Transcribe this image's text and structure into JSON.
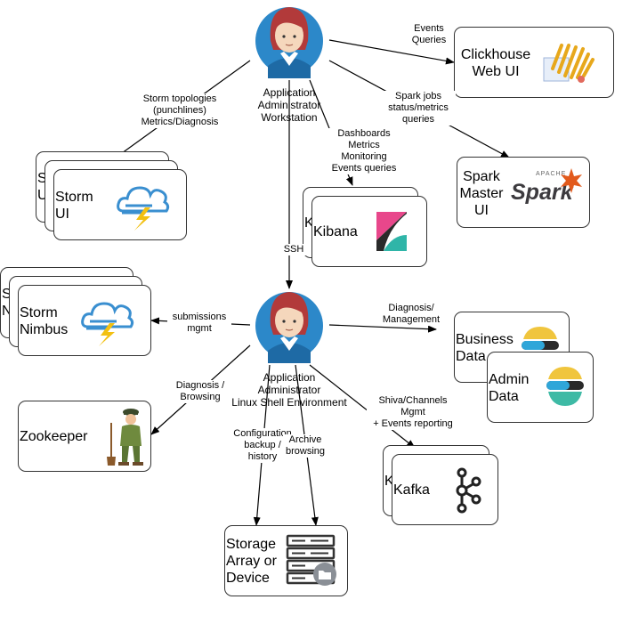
{
  "nodes": {
    "workstation": "Application\nAdministrator\nWorkstation",
    "shell_env": "Application\nAdministrator\nLinux Shell Environment",
    "clickhouse": "Clickhouse\nWeb UI",
    "spark": "Spark\nMaster\nUI",
    "storm_ui": "Storm\nUI",
    "storm_ui_back": "S\nU",
    "kibana": "Kibana",
    "kibana_back": "K",
    "storm_nimbus": "Storm\nNimbus",
    "storm_nimbus_back": "S\nN",
    "zookeeper": "Zookeeper",
    "business_data": "Business\nData",
    "admin_data": "Admin\nData",
    "kafka": "Kafka",
    "kafka_back": "K",
    "storage": "Storage\nArray or\nDevice",
    "spark_logo_text": "Spark",
    "spark_logo_apache": "APACHE"
  },
  "edges": {
    "events_queries": "Events\nQueries",
    "storm_topologies": "Storm topologies\n(punchlines)\nMetrics/Diagnosis",
    "spark_jobs": "Spark jobs\nstatus/metrics\nqueries",
    "dashboards": "Dashboards\nMetrics\nMonitoring\nEvents queries",
    "ssh": "SSH",
    "submissions": "submissions\nmgmt",
    "diagnosis_management": "Diagnosis/\nManagement",
    "diagnosis_browsing": "Diagnosis /\nBrowsing",
    "shiva_channels": "Shiva/Channels\nMgmt\n+ Events reporting",
    "configuration_backup": "Configuration\nbackup /\nhistory",
    "archive_browsing": "Archive\nbrowsing"
  },
  "colors": {
    "person_blue": "#2c88c9",
    "hair": "#b23a3a",
    "skin": "#f5d7bc",
    "storm_blue": "#3a8fd0",
    "storm_yellow": "#f2c012",
    "kibana_pink": "#e8478b",
    "kibana_teal": "#2fb5a8",
    "elastic_yellow": "#f0c53d",
    "elastic_blue": "#2fa6d9",
    "elastic_teal": "#3ebaa5",
    "spark_orange": "#e25a1c"
  }
}
